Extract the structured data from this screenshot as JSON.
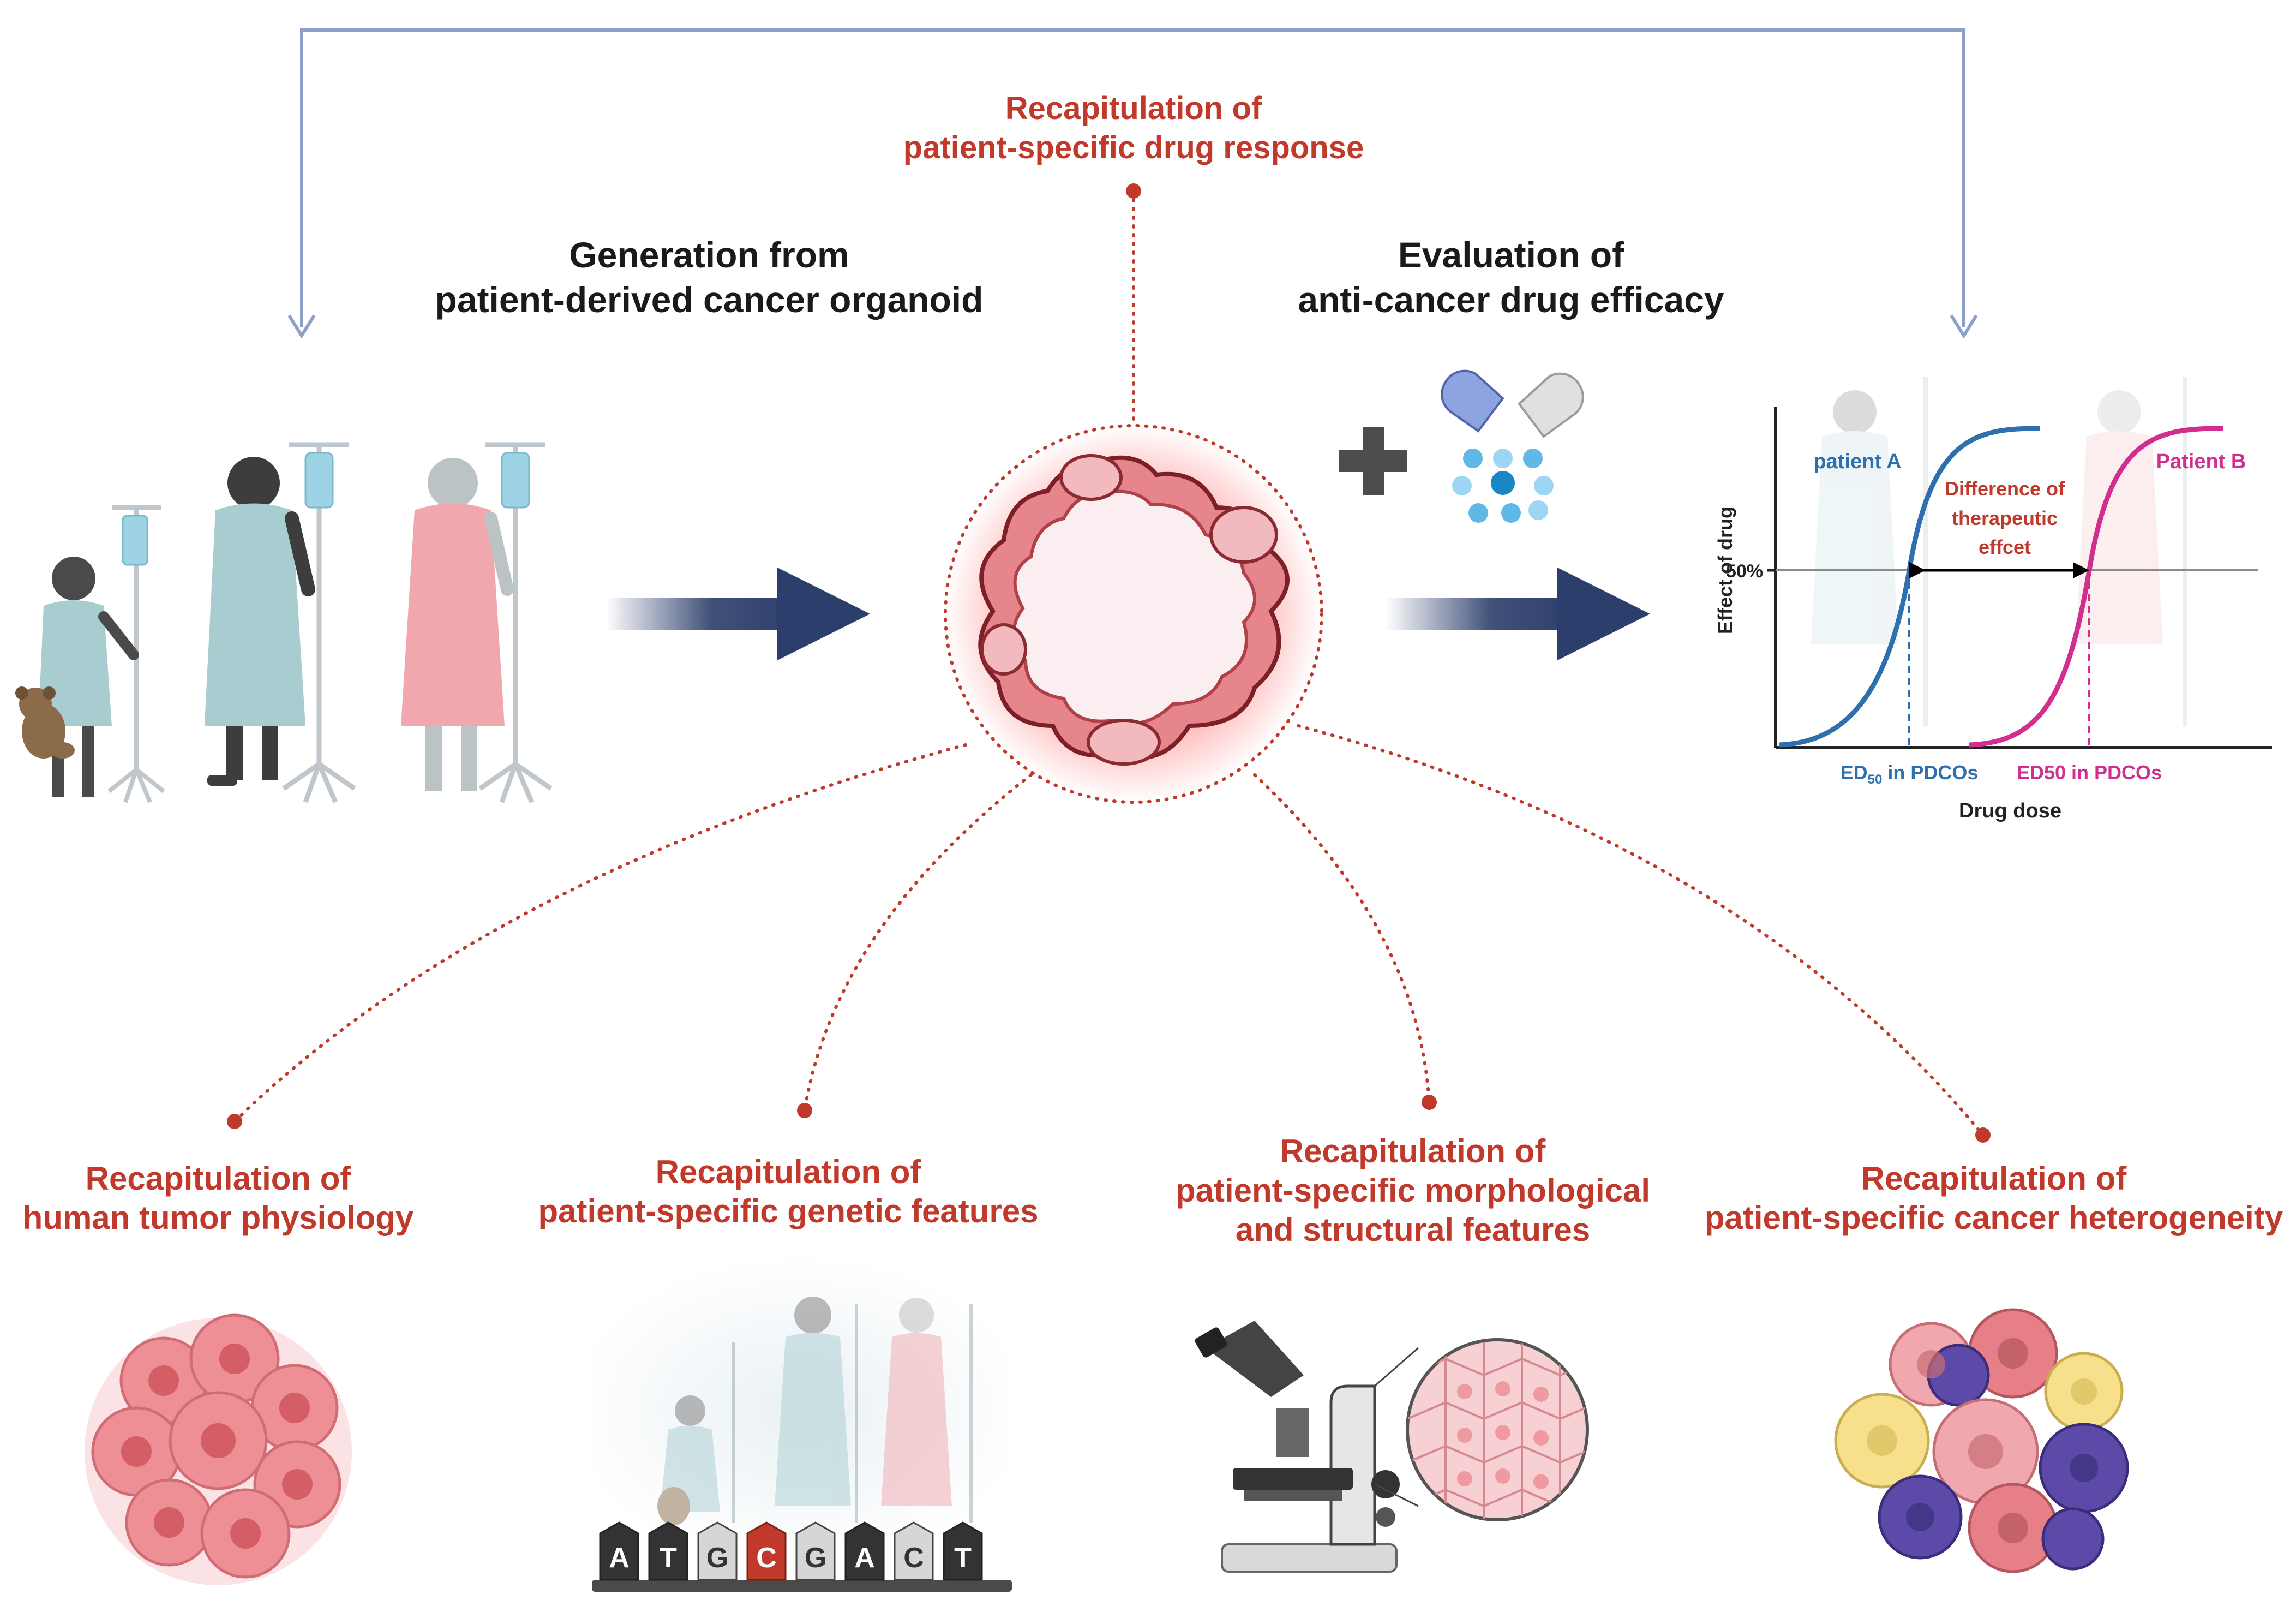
{
  "colors": {
    "accent_red": "#c0392b",
    "navy": "#2c3e6b",
    "feedback_line": "#8ca0c8",
    "patient_a": "#2e6fad",
    "patient_b": "#d12e8f",
    "teal_gown": "#a8cdd0",
    "pink_gown": "#f0a7ad",
    "organoid": "#c0444c"
  },
  "top_label": {
    "line1": "Recapitulation of",
    "line2": "patient-specific drug response"
  },
  "generation": {
    "line1": "Generation from",
    "line2": "patient-derived cancer organoid"
  },
  "evaluation": {
    "line1": "Evaluation of",
    "line2": "anti-cancer drug efficacy"
  },
  "dose_chart": {
    "ylabel": "Effect of drug",
    "tick_50": "50%",
    "patient_a": "patient A",
    "patient_b": "Patient B",
    "difference": [
      "Difference of",
      "therapeutic",
      "effcet"
    ],
    "ed50_a_prefix": "ED",
    "ed50_a_sub": "50",
    "ed50_a_suffix": " in PDCOs",
    "ed50_b": "ED50 in PDCOs",
    "xlabel": "Drug dose"
  },
  "features": [
    {
      "id": "physiology",
      "lines": [
        "Recapitulation of",
        "human tumor physiology"
      ]
    },
    {
      "id": "genetic",
      "lines": [
        "Recapitulation of",
        "patient-specific genetic features"
      ]
    },
    {
      "id": "morphological",
      "lines": [
        "Recapitulation of",
        "patient-specific morphological",
        "and structural features"
      ]
    },
    {
      "id": "heterogeneity",
      "lines": [
        "Recapitulation of",
        "patient-specific cancer heterogeneity"
      ]
    }
  ],
  "dna_letters": [
    "A",
    "T",
    "G",
    "C",
    "G",
    "A",
    "C",
    "T"
  ],
  "icons": [
    "patients-icon",
    "iv-stand-icon",
    "teddy-bear-icon",
    "arrow-right-icon",
    "organoid-icon",
    "plus-icon",
    "pill-capsule-icon",
    "drug-particles-icon",
    "tumor-cluster-icon",
    "dna-sequence-icon",
    "microscope-icon",
    "magnified-tissue-icon",
    "heterogeneous-cells-icon"
  ]
}
